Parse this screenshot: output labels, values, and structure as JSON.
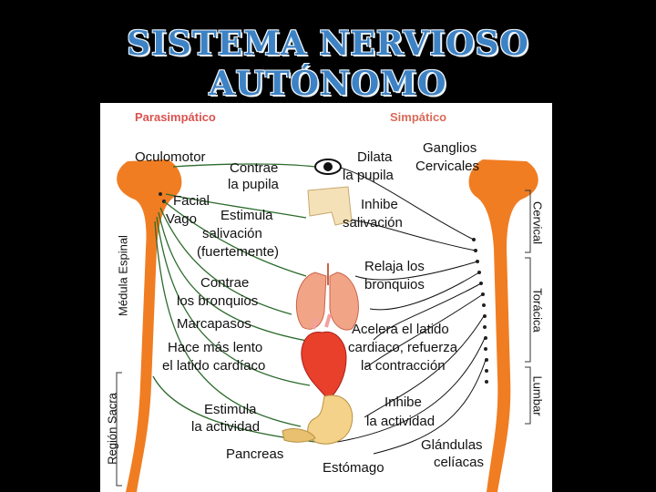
{
  "title": {
    "line1": "SISTEMA NERVIOSO",
    "line2": "AUTÓNOMO"
  },
  "headers": {
    "left": "Parasimpático",
    "right": "Simpático"
  },
  "colors": {
    "header_left": "#d9534f",
    "header_right": "#d96b59",
    "title": "#3d82c4",
    "spine": "#f07d22",
    "nerve": "#2d6b2d"
  },
  "left_labels": {
    "oculomotor": "Oculomotor",
    "facial": "Facial",
    "vago": "Vago",
    "contrae_pupila_1": "Contrae",
    "contrae_pupila_2": "la pupila",
    "estimula_sal_1": "Estimula",
    "estimula_sal_2": "salivación",
    "estimula_sal_3": "(fuertemente)",
    "contrae_bronq_1": "Contrae",
    "contrae_bronq_2": "los bronquios",
    "marcapasos": "Marcapasos",
    "lento_1": "Hace más lento",
    "lento_2": "el latido cardíaco",
    "estimula_act_1": "Estimula",
    "estimula_act_2": "la actividad",
    "pancreas": "Pancreas"
  },
  "right_labels": {
    "dilata_1": "Dilata",
    "dilata_2": "la pupila",
    "ganglios_1": "Ganglios",
    "ganglios_2": "Cervicales",
    "inhibe_sal_1": "Inhibe",
    "inhibe_sal_2": "salivación",
    "relaja_1": "Relaja los",
    "relaja_2": "bronquios",
    "acelera_1": "Acelera el latido",
    "acelera_2": "cardiaco, refuerza",
    "acelera_3": "la contracción",
    "inhibe_act_1": "Inhibe",
    "inhibe_act_2": "la actividad",
    "glandulas_1": "Glándulas",
    "glandulas_2": "celíacas",
    "estomago": "Estómago"
  },
  "vertical_labels": {
    "medula": "Médula Espinal",
    "sacra": "Región Sacra",
    "cervical": "Cervical",
    "toracica": "Torácica",
    "lumbar": "Lumbar"
  }
}
